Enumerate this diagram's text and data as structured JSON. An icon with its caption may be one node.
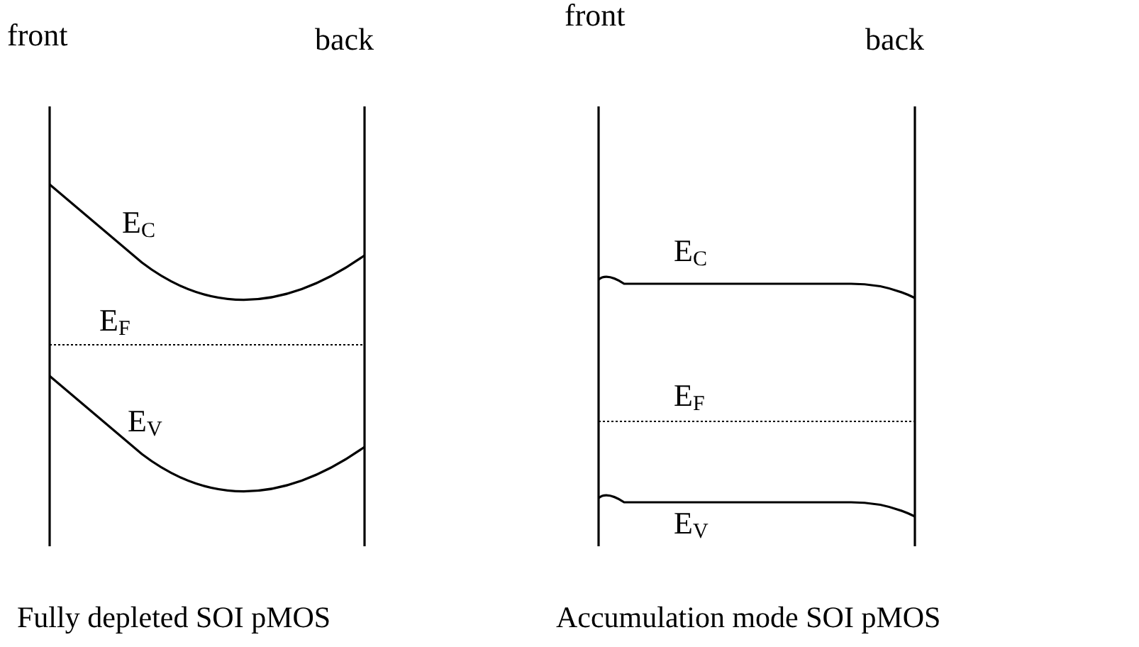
{
  "diagram": {
    "labels": [
      "front",
      "back",
      "front",
      "back",
      "E$_{C}$",
      "E$_{F}$",
      "E$_{V}$",
      "E$_{C}$",
      "E$_{F}$",
      "E$_{V}$",
      "Fully depleted SOI pMOS",
      "Accumulation mode SOI pMOS"
    ]
  }
}
